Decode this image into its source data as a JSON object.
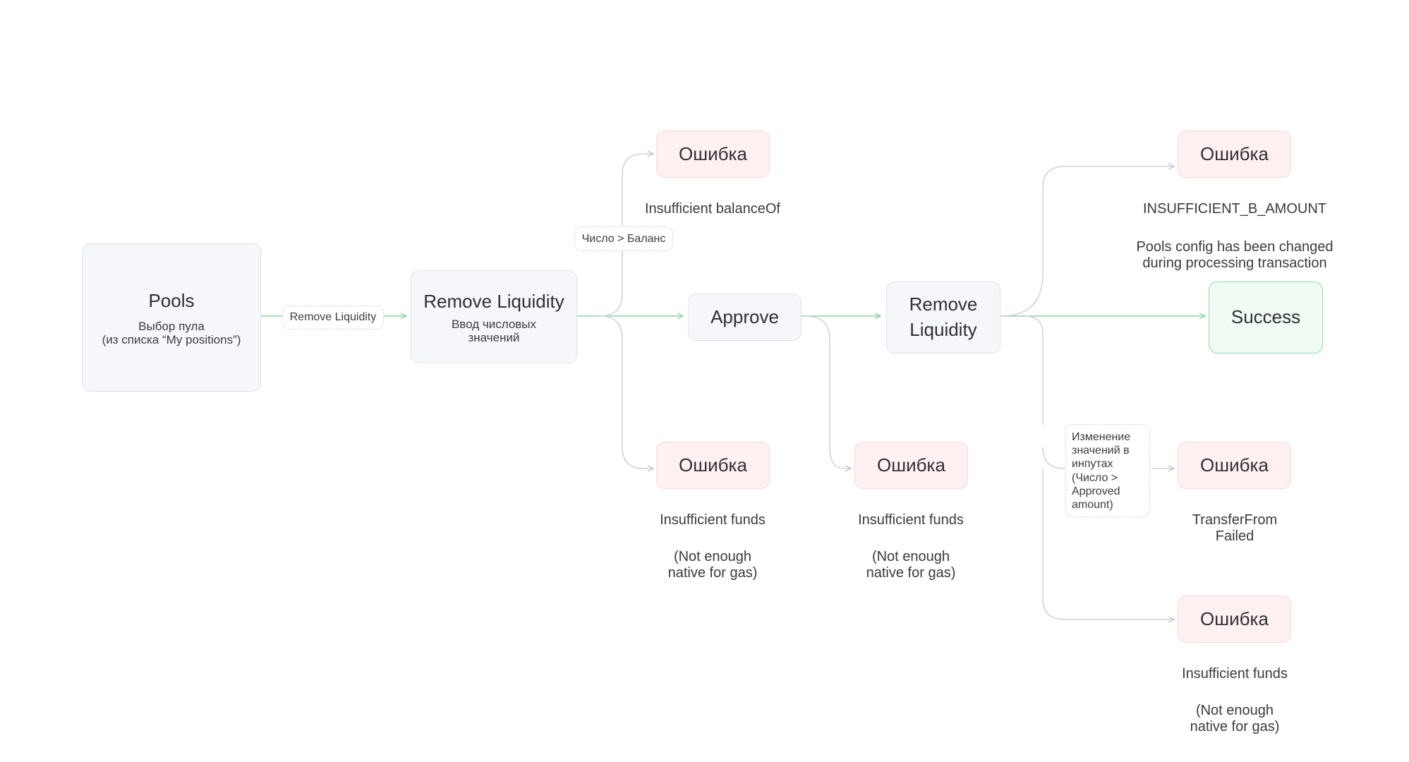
{
  "nodes": {
    "pools": {
      "title": "Pools",
      "subtitle": "Выбор пула\n(из списка “My positions”)"
    },
    "remove_liquidity_input": {
      "title": "Remove Liquidity",
      "subtitle": "Ввод числовых\nзначений"
    },
    "approve": {
      "title": "Approve"
    },
    "remove_liquidity": {
      "title": "Remove\nLiquidity"
    },
    "success": {
      "title": "Success"
    }
  },
  "conditions": {
    "remove_liquidity_action": "Remove Liquidity",
    "number_gt_balance": "Число > Баланс",
    "inputs_changed": "Изменение значений в инпутах (Число > Approved amount)"
  },
  "errors": {
    "balance": {
      "title": "Ошибка",
      "caption": "Insufficient balanceOf"
    },
    "funds_1": {
      "title": "Ошибка",
      "caption": "Insufficient funds",
      "detail": "(Not enough\nnative for gas)"
    },
    "funds_2": {
      "title": "Ошибка",
      "caption": "Insufficient funds",
      "detail": "(Not enough\nnative for gas)"
    },
    "b_amount": {
      "title": "Ошибка",
      "caption": "INSUFFICIENT_B_AMOUNT",
      "detail": "Pools config has been changed\nduring processing transaction"
    },
    "transfer": {
      "title": "Ошибка",
      "caption": "TransferFrom\nFailed"
    },
    "funds_3": {
      "title": "Ошибка",
      "caption": "Insufficient funds",
      "detail": "(Not enough\nnative for gas)"
    }
  },
  "colors": {
    "main_flow": "#8fd4a6",
    "branch": "#cfd1d8",
    "error_fill": "#fff1f2",
    "success_fill": "#effbf3"
  }
}
